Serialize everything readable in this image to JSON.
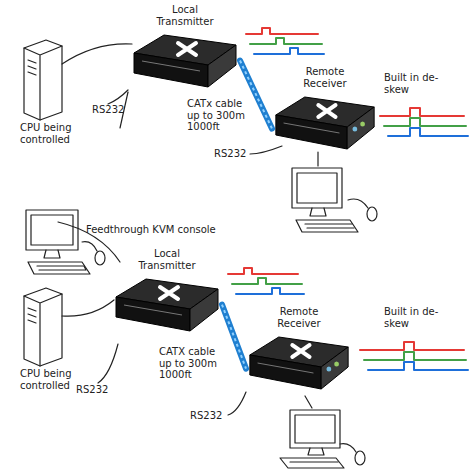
{
  "diagram": {
    "nodes": [
      {
        "text": [
          "Local Transmitter"
        ]
      },
      {
        "text": [
          "Remote Receiver"
        ]
      },
      {
        "text": [
          "Local Transmitter"
        ]
      },
      {
        "text": [
          "Remote Receiver"
        ]
      }
    ],
    "edges": [
      {
        "from": 0,
        "to": 1,
        "arrow": "none",
        "label": "CATx cable up to 300m 1000ft"
      },
      {
        "from": 2,
        "to": 3,
        "arrow": "none",
        "label": "CATX cable up to 300m 1000ft"
      }
    ],
    "labels": [
      "CPU being controlled",
      "RS232",
      "Built in de-skew",
      "RS232",
      "Feedthrough KVM console",
      "CPU being controlled",
      "RS232",
      "Built in de-skew",
      "RS232"
    ]
  }
}
